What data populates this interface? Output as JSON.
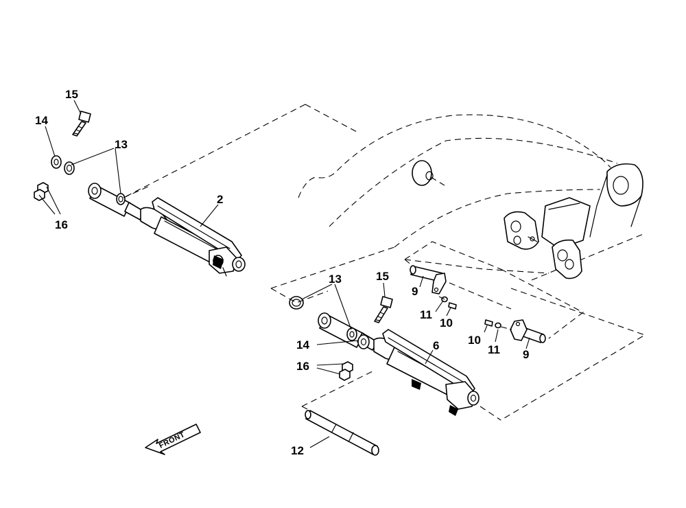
{
  "diagram": {
    "callouts": {
      "c15a": "15",
      "c14a": "14",
      "c13a": "13",
      "c16a": "16",
      "c2": "2",
      "c13b": "13",
      "c15b": "15",
      "c9a": "9",
      "c11a": "11",
      "c10a": "10",
      "c14b": "14",
      "c16b": "16",
      "c6": "6",
      "c10b": "10",
      "c11b": "11",
      "c9b": "9",
      "c12": "12"
    },
    "direction_arrow": "FRONT"
  }
}
